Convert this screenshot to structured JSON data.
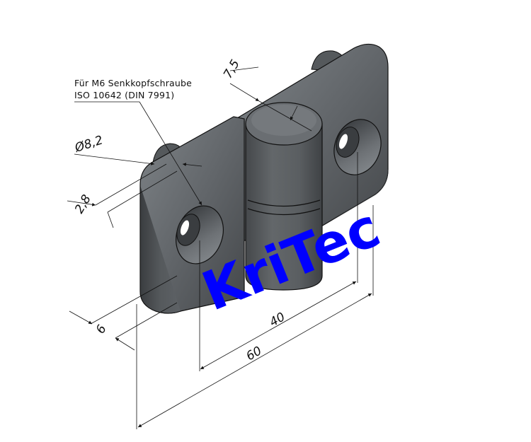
{
  "note": {
    "line1": "Für M6 Senkkopfschraube",
    "line2": "ISO 10642 (DIN 7991)"
  },
  "dimensions": {
    "diameter": "Ø8,2",
    "depth": "2,8",
    "knuckle_offset": "7,5",
    "thickness": "6",
    "hole_spacing": "40",
    "overall_length": "60"
  },
  "watermark": "KriTec",
  "colors": {
    "part_body": "#5e6266",
    "part_highlight": "#8a8f93",
    "part_shadow": "#3c3f42",
    "watermark": "#0000ff",
    "lines": "#111111"
  }
}
